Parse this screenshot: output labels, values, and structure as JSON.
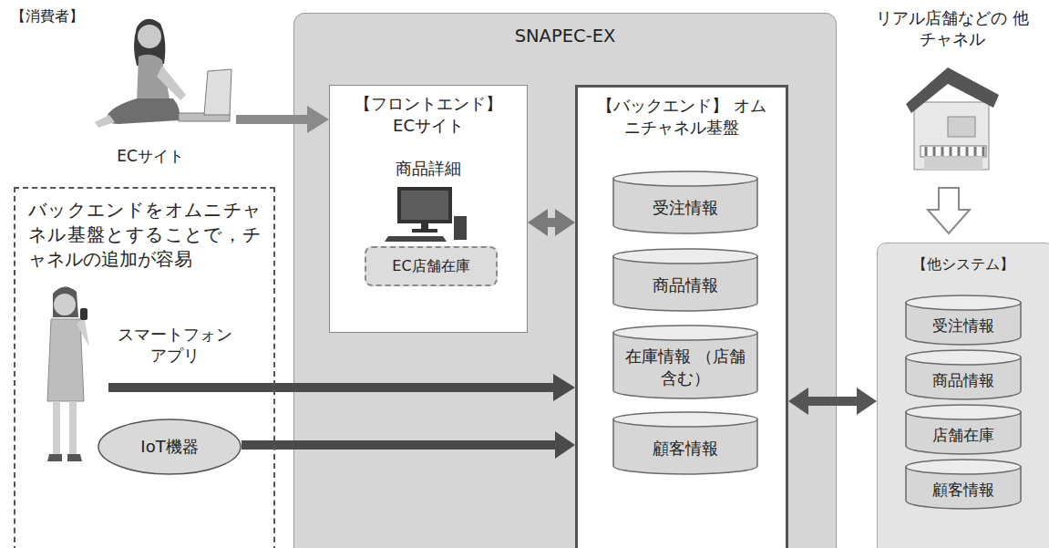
{
  "diagram": {
    "nodes": [
      {
        "text": [
          "SNAPEC-EX"
        ]
      },
      {
        "text": [
          "【フロントエンド】 ECサイト",
          "商品詳細"
        ],
        "in": 0
      },
      {
        "text": [
          "EC店舗在庫"
        ],
        "in": 1
      },
      {
        "text": [
          "【バックエンド】 オムニチャネル基盤"
        ],
        "in": 0
      },
      {
        "text": [
          "受注情報"
        ],
        "in": 3
      },
      {
        "text": [
          "商品情報"
        ],
        "in": 3
      },
      {
        "text": [
          "在庫情報 （店舗含む）"
        ],
        "in": 3
      },
      {
        "text": [
          "顧客情報"
        ],
        "in": 3
      },
      {
        "text": [
          "【他システム】"
        ]
      },
      {
        "text": [
          "受注情報"
        ],
        "in": 8
      },
      {
        "text": [
          "商品情報"
        ],
        "in": 8
      },
      {
        "text": [
          "店舗在庫"
        ],
        "in": 8
      },
      {
        "text": [
          "顧客情報"
        ],
        "in": 8
      },
      {
        "text": [
          "バックエンドをオムニチャネル基盤とすることで，チャネルの追加が容易"
        ]
      },
      {
        "text": [
          "IoT機器"
        ],
        "in": 13
      }
    ],
    "edges": [
      {
        "from": 1,
        "to": 3,
        "arrow": "both"
      },
      {
        "from": 3,
        "to": 8,
        "arrow": "both"
      },
      {
        "from": 14,
        "to": 3,
        "arrow": "to"
      }
    ],
    "labels": [
      "【消費者】",
      "ECサイト",
      "スマートフォン アプリ",
      "リアル店舗などの 他チャネル"
    ]
  }
}
